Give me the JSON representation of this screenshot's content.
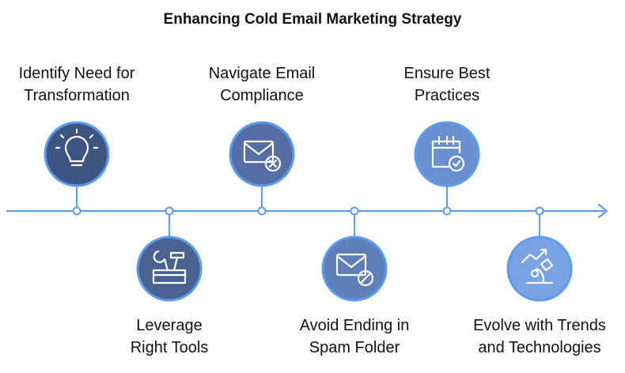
{
  "title": "Enhancing Cold Email Marketing Strategy",
  "colors": {
    "line": "#5b9cf0",
    "ring": "#5b9cf0",
    "icon_stroke": "#ffffff"
  },
  "steps": [
    {
      "label_lines": [
        "Identify Need for",
        "Transformation"
      ],
      "icon": "lightbulb-icon",
      "fill": "#3d5580",
      "position": "above"
    },
    {
      "label_lines": [
        "Leverage",
        "Right Tools"
      ],
      "icon": "tools-icon",
      "fill": "#4a6290",
      "position": "below"
    },
    {
      "label_lines": [
        "Navigate Email",
        "Compliance"
      ],
      "icon": "email-cancel-icon",
      "fill": "#556ea4",
      "position": "above"
    },
    {
      "label_lines": [
        "Avoid Ending in",
        "Spam Folder"
      ],
      "icon": "email-blocked-icon",
      "fill": "#5f7fbb",
      "position": "below"
    },
    {
      "label_lines": [
        "Ensure Best",
        "Practices"
      ],
      "icon": "calendar-check-icon",
      "fill": "#6a8fd0",
      "position": "above"
    },
    {
      "label_lines": [
        "Evolve with Trends",
        "and Technologies"
      ],
      "icon": "microscope-trend-icon",
      "fill": "#7aa3e6",
      "position": "below"
    }
  ]
}
